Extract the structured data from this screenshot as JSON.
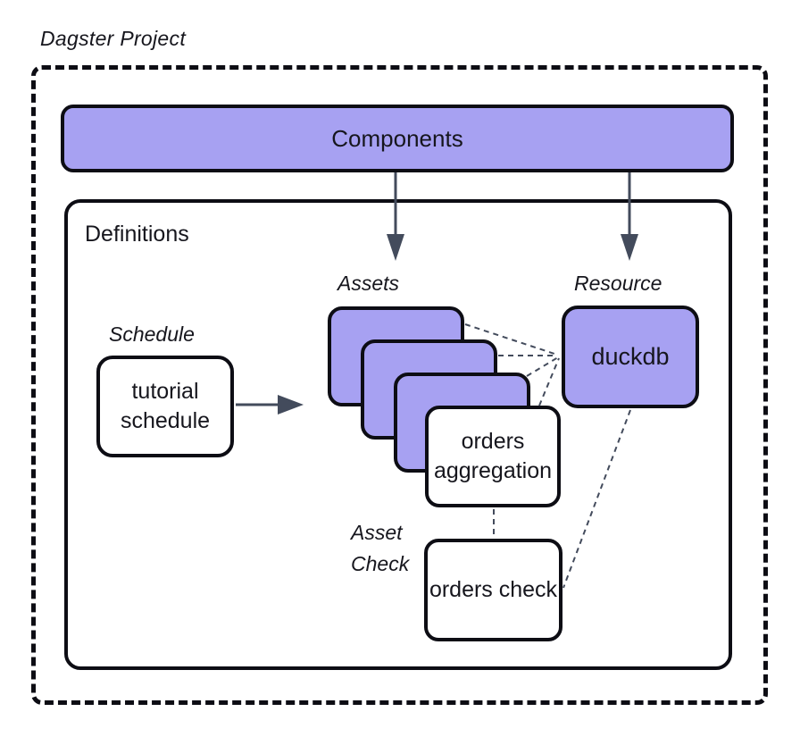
{
  "title": "Dagster Project",
  "colors": {
    "purple": "#a7a1f2",
    "outline": "#0d0d14",
    "connector": "#434b5c",
    "ink": "#16161d"
  },
  "components": {
    "label": "Components"
  },
  "definitions": {
    "label": "Definitions"
  },
  "groups": {
    "schedule_label": "Schedule",
    "assets_label": "Assets",
    "resource_label": "Resource",
    "asset_check_label": "Asset Check"
  },
  "nodes": {
    "schedule": "tutorial schedule",
    "asset": "orders aggregation",
    "resource": "duckdb",
    "asset_check": "orders check"
  },
  "edges": [
    {
      "from": "Components",
      "to": "Assets",
      "style": "solid-arrow"
    },
    {
      "from": "Components",
      "to": "Resource",
      "style": "solid-arrow"
    },
    {
      "from": "tutorial schedule",
      "to": "Assets",
      "style": "solid-arrow"
    },
    {
      "from": "asset (stack 1)",
      "to": "duckdb",
      "style": "dashed"
    },
    {
      "from": "asset (stack 2)",
      "to": "duckdb",
      "style": "dashed"
    },
    {
      "from": "asset (stack 3)",
      "to": "duckdb",
      "style": "dashed"
    },
    {
      "from": "orders aggregation",
      "to": "duckdb",
      "style": "dashed"
    },
    {
      "from": "orders aggregation",
      "to": "orders check",
      "style": "dashed"
    },
    {
      "from": "duckdb",
      "to": "orders check",
      "style": "dashed"
    }
  ]
}
